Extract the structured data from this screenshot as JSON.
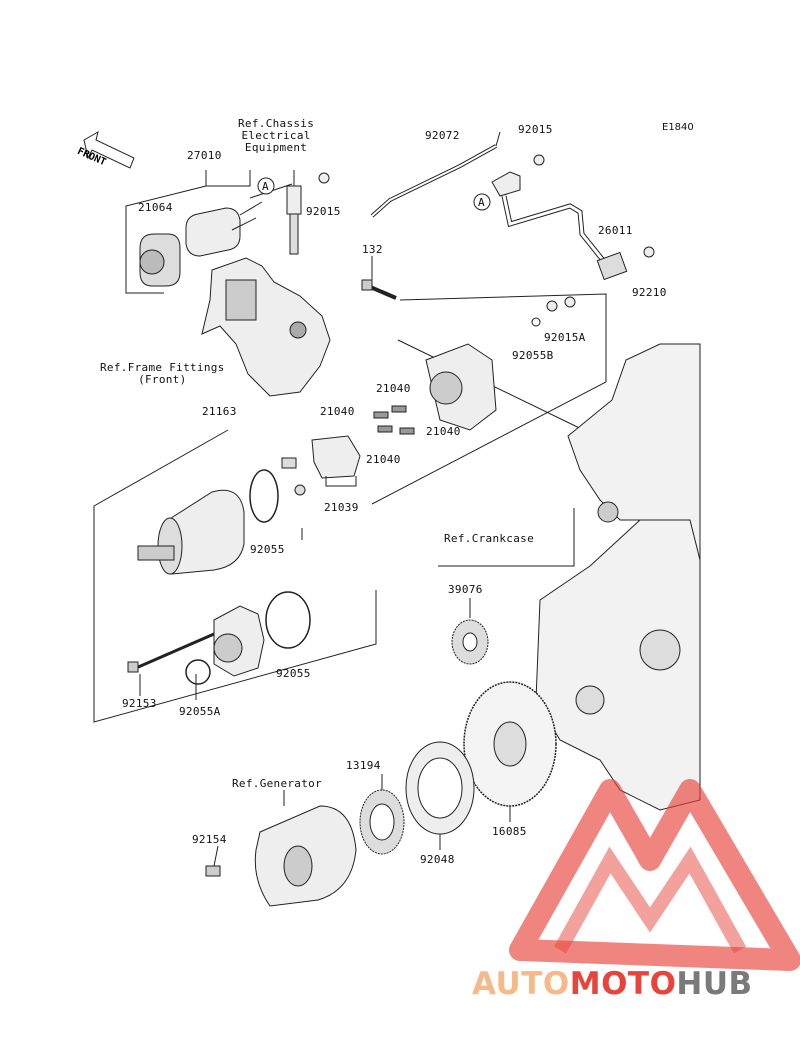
{
  "diagram_code": "E1840",
  "direction_tag": "FRONT",
  "callout_letter": "A",
  "callout_letter_2": "A",
  "part_numbers": {
    "p27010": "27010",
    "p21064": "21064",
    "p92015_top": "92015",
    "p92015_chassis": "92015",
    "p92072": "92072",
    "p26011": "26011",
    "p92210": "92210",
    "p132": "132",
    "p92015A": "92015A",
    "p92055B": "92055B",
    "p21163": "21163",
    "p21040_a": "21040",
    "p21040_b": "21040",
    "p21040_c": "21040",
    "p21040_d": "21040",
    "p21039": "21039",
    "p92055_a": "92055",
    "p92055_b": "92055",
    "p92153": "92153",
    "p92055A": "92055A",
    "p39076": "39076",
    "p13194": "13194",
    "p16085": "16085",
    "p92048": "92048",
    "p92154": "92154"
  },
  "references": {
    "chassis_electrical": "Ref.Chassis\nElectrical\nEquipment",
    "frame_fittings": "Ref.Frame Fittings\n(Front)",
    "crankcase": "Ref.Crankcase",
    "generator": "Ref.Generator"
  },
  "watermark": {
    "part1": "AUTO",
    "part2": "MOTO",
    "part3": "HUB",
    "color_light": "#f6b98a",
    "color_red": "#e8443c",
    "color_dark": "#7a7a7a"
  }
}
